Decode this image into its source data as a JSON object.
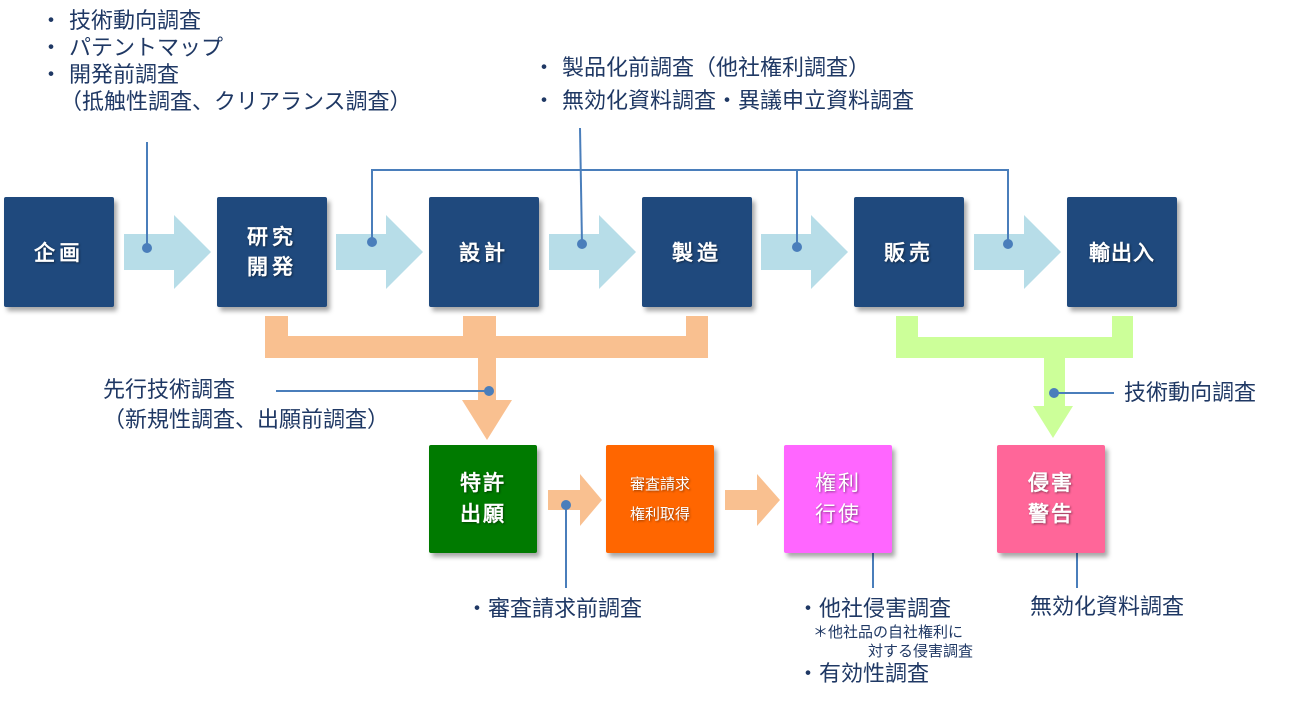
{
  "colors": {
    "process_box": "#1f497d",
    "process_arrow": "#b7dde8",
    "orange_connector": "#f9c090",
    "green_connector": "#ccff99",
    "callout_line": "#4a7ebb",
    "text": "#1f3864",
    "patent_application": "#007a00",
    "examination": "#ff6600",
    "enforcement": "#ff66ff",
    "warning": "#ff6699"
  },
  "process_steps": [
    {
      "id": "planning",
      "lines": [
        "企画"
      ]
    },
    {
      "id": "rnd",
      "lines": [
        "研究",
        "開発"
      ]
    },
    {
      "id": "design",
      "lines": [
        "設計"
      ]
    },
    {
      "id": "manufacturing",
      "lines": [
        "製造"
      ]
    },
    {
      "id": "sales",
      "lines": [
        "販売"
      ]
    },
    {
      "id": "import-export",
      "lines": [
        "輸出入"
      ]
    }
  ],
  "patent_steps": [
    {
      "id": "patent-application",
      "lines": [
        "特許",
        "出願"
      ]
    },
    {
      "id": "examination",
      "lines": [
        "審査請求",
        "権利取得"
      ]
    },
    {
      "id": "enforcement",
      "lines": [
        "権利",
        "行使"
      ]
    },
    {
      "id": "warning",
      "lines": [
        "侵害",
        "警告"
      ]
    }
  ],
  "annotations": {
    "early_research": [
      "・ 技術動向調査",
      "・ パテントマップ",
      "・ 開発前調査",
      "（抵触性調査、クリアランス調査）"
    ],
    "pre_production": [
      "・ 製品化前調査（他社権利調査）",
      "・ 無効化資料調査・異議申立資料調査"
    ],
    "prior_art": [
      "先行技術調査",
      "（新規性調査、出願前調査）"
    ],
    "tech_trend": "技術動向調査",
    "pre_examination": "・審査請求前調査",
    "enforcement_research": {
      "item1": "・他社侵害調査",
      "note1": "＊他社品の自社権利に",
      "note2": "対する侵害調査",
      "item2": "・有効性調査"
    },
    "invalidation": "無効化資料調査"
  }
}
